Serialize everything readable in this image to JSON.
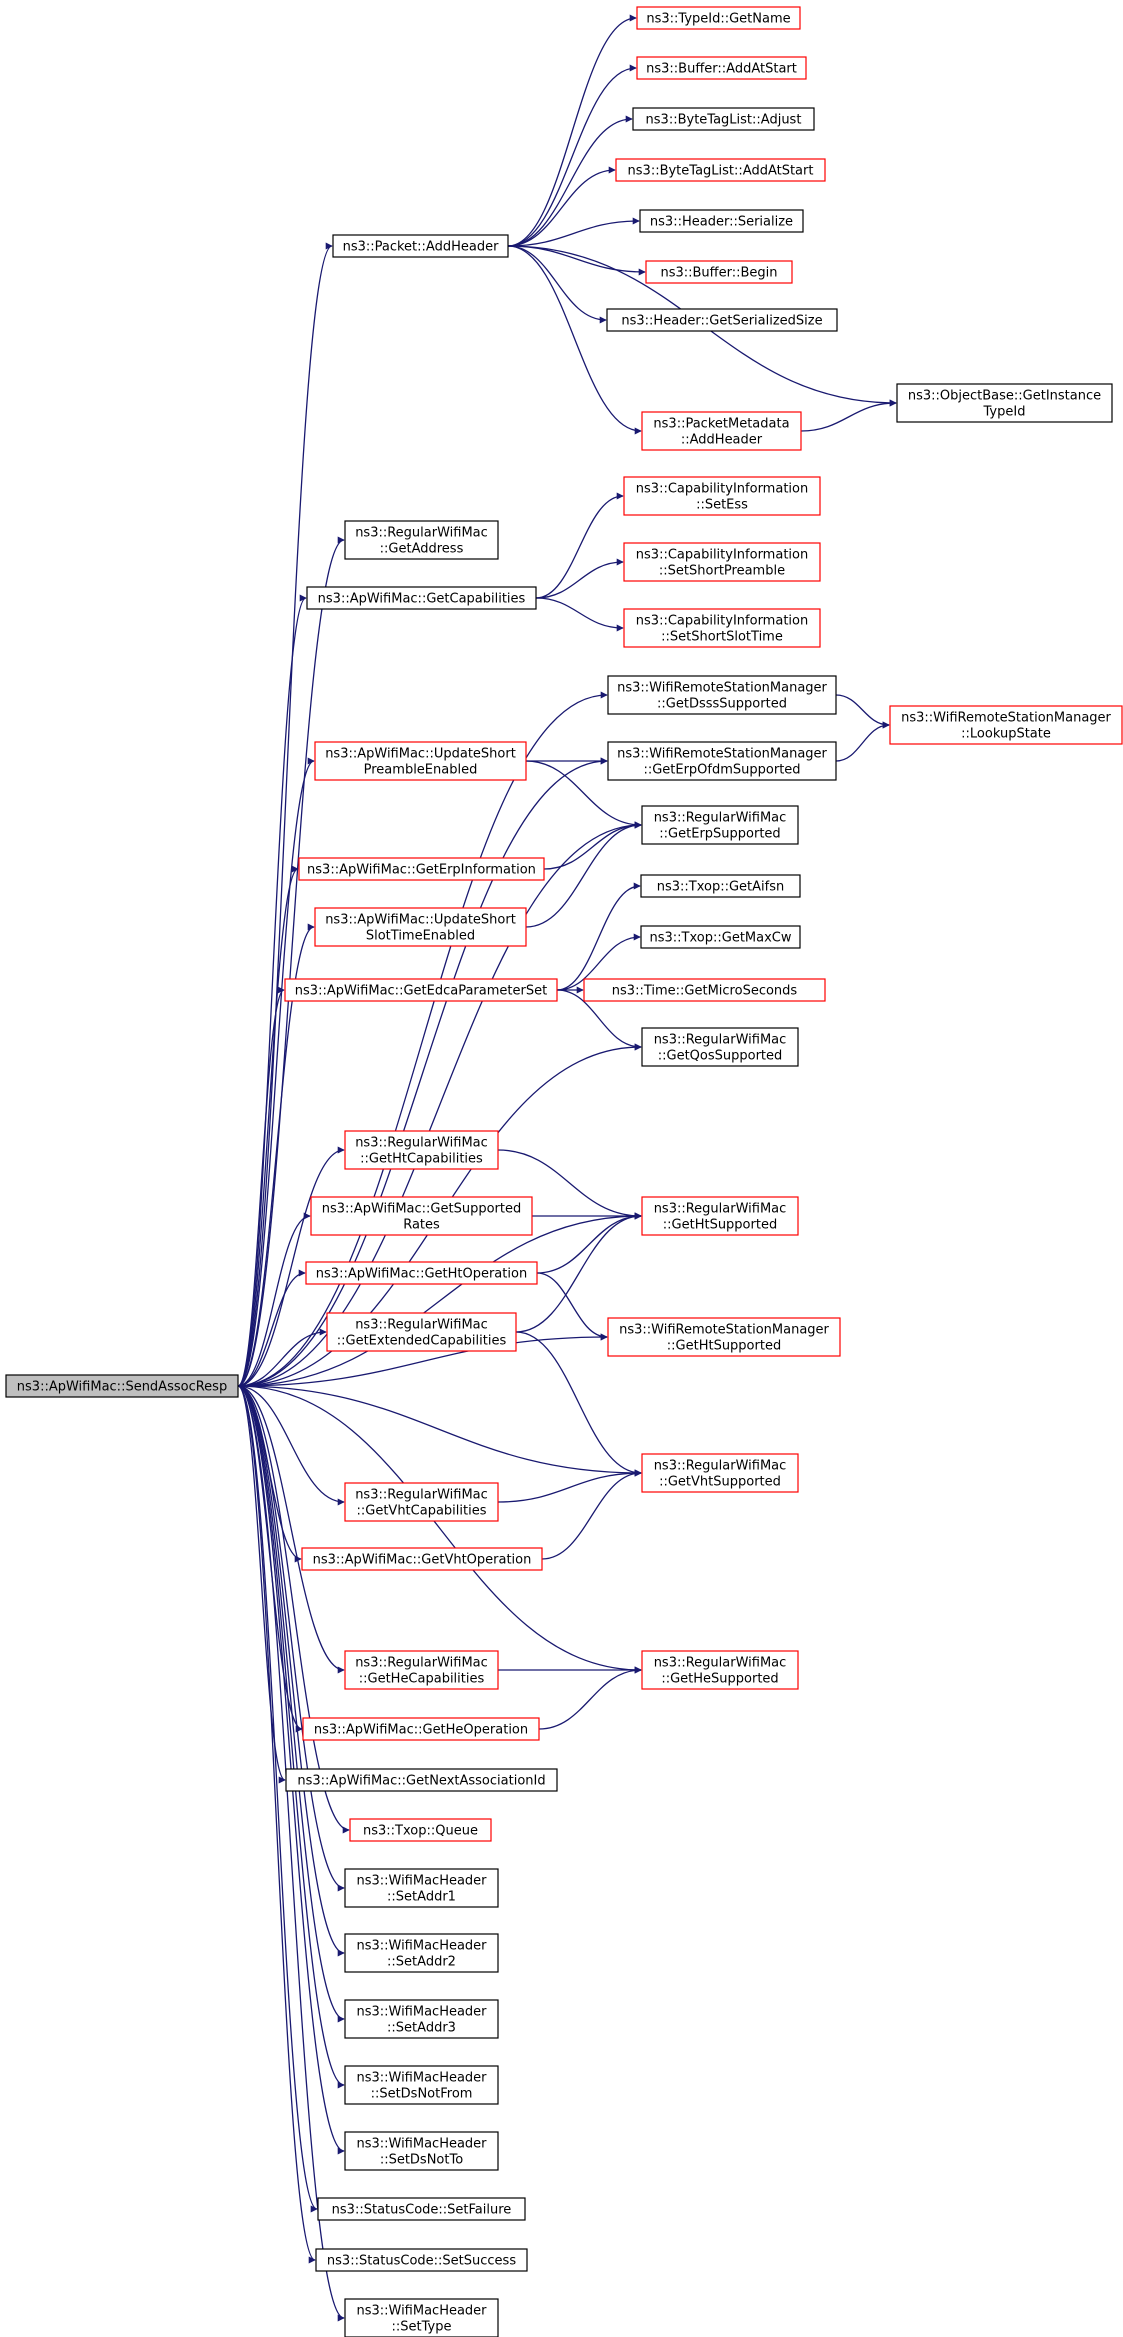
{
  "colors": {
    "edge": "#191970",
    "black_border": "#000000",
    "red_border": "#ff0000",
    "root_fill": "#bfbfbf",
    "node_fill": "#ffffff"
  },
  "nodes": [
    {
      "id": "root",
      "lines": [
        "ns3::ApWifiMac::SendAssocResp"
      ],
      "style": "root"
    },
    {
      "id": "addheader",
      "lines": [
        "ns3::Packet::AddHeader"
      ],
      "style": "black"
    },
    {
      "id": "getname",
      "lines": [
        "ns3::TypeId::GetName"
      ],
      "style": "red"
    },
    {
      "id": "bufaddatstart",
      "lines": [
        "ns3::Buffer::AddAtStart"
      ],
      "style": "red"
    },
    {
      "id": "btladjust",
      "lines": [
        "ns3::ByteTagList::Adjust"
      ],
      "style": "black"
    },
    {
      "id": "btladdatstart",
      "lines": [
        "ns3::ByteTagList::AddAtStart"
      ],
      "style": "red"
    },
    {
      "id": "hdrserialize",
      "lines": [
        "ns3::Header::Serialize"
      ],
      "style": "black"
    },
    {
      "id": "bufbegin",
      "lines": [
        "ns3::Buffer::Begin"
      ],
      "style": "red"
    },
    {
      "id": "hdrgetsize",
      "lines": [
        "ns3::Header::GetSerializedSize"
      ],
      "style": "black"
    },
    {
      "id": "getinstancetypeid",
      "lines": [
        "ns3::ObjectBase::GetInstance",
        "TypeId"
      ],
      "style": "black"
    },
    {
      "id": "pmaddheader",
      "lines": [
        "ns3::PacketMetadata",
        "::AddHeader"
      ],
      "style": "red"
    },
    {
      "id": "getaddress",
      "lines": [
        "ns3::RegularWifiMac",
        "::GetAddress"
      ],
      "style": "black"
    },
    {
      "id": "getcaps",
      "lines": [
        "ns3::ApWifiMac::GetCapabilities"
      ],
      "style": "black"
    },
    {
      "id": "setess",
      "lines": [
        "ns3::CapabilityInformation",
        "::SetEss"
      ],
      "style": "red"
    },
    {
      "id": "setshortpreamble",
      "lines": [
        "ns3::CapabilityInformation",
        "::SetShortPreamble"
      ],
      "style": "red"
    },
    {
      "id": "setshortslot",
      "lines": [
        "ns3::CapabilityInformation",
        "::SetShortSlotTime"
      ],
      "style": "red"
    },
    {
      "id": "getdsss",
      "lines": [
        "ns3::WifiRemoteStationManager",
        "::GetDsssSupported"
      ],
      "style": "black"
    },
    {
      "id": "lookupstate",
      "lines": [
        "ns3::WifiRemoteStationManager",
        "::LookupState"
      ],
      "style": "red"
    },
    {
      "id": "updpreamble",
      "lines": [
        "ns3::ApWifiMac::UpdateShort",
        "PreambleEnabled"
      ],
      "style": "red"
    },
    {
      "id": "geterpofdm",
      "lines": [
        "ns3::WifiRemoteStationManager",
        "::GetErpOfdmSupported"
      ],
      "style": "black"
    },
    {
      "id": "geterpsupported",
      "lines": [
        "ns3::RegularWifiMac",
        "::GetErpSupported"
      ],
      "style": "black"
    },
    {
      "id": "geterpinfo",
      "lines": [
        "ns3::ApWifiMac::GetErpInformation"
      ],
      "style": "red"
    },
    {
      "id": "updslot",
      "lines": [
        "ns3::ApWifiMac::UpdateShort",
        "SlotTimeEnabled"
      ],
      "style": "red"
    },
    {
      "id": "getaifsn",
      "lines": [
        "ns3::Txop::GetAifsn"
      ],
      "style": "black"
    },
    {
      "id": "getedca",
      "lines": [
        "ns3::ApWifiMac::GetEdcaParameterSet"
      ],
      "style": "red"
    },
    {
      "id": "getmaxcw",
      "lines": [
        "ns3::Txop::GetMaxCw"
      ],
      "style": "black"
    },
    {
      "id": "getmicro",
      "lines": [
        "ns3::Time::GetMicroSeconds"
      ],
      "style": "red"
    },
    {
      "id": "getqos",
      "lines": [
        "ns3::RegularWifiMac",
        "::GetQosSupported"
      ],
      "style": "black"
    },
    {
      "id": "gethtcaps",
      "lines": [
        "ns3::RegularWifiMac",
        "::GetHtCapabilities"
      ],
      "style": "red"
    },
    {
      "id": "gethtsupported",
      "lines": [
        "ns3::RegularWifiMac",
        "::GetHtSupported"
      ],
      "style": "red"
    },
    {
      "id": "getsuprates",
      "lines": [
        "ns3::ApWifiMac::GetSupported",
        "Rates"
      ],
      "style": "red"
    },
    {
      "id": "gethtop",
      "lines": [
        "ns3::ApWifiMac::GetHtOperation"
      ],
      "style": "red"
    },
    {
      "id": "getextcaps",
      "lines": [
        "ns3::RegularWifiMac",
        "::GetExtendedCapabilities"
      ],
      "style": "red"
    },
    {
      "id": "wrsmgetht",
      "lines": [
        "ns3::WifiRemoteStationManager",
        "::GetHtSupported"
      ],
      "style": "red"
    },
    {
      "id": "getvhtsupported",
      "lines": [
        "ns3::RegularWifiMac",
        "::GetVhtSupported"
      ],
      "style": "red"
    },
    {
      "id": "getvhtcaps",
      "lines": [
        "ns3::RegularWifiMac",
        "::GetVhtCapabilities"
      ],
      "style": "red"
    },
    {
      "id": "getvhtop",
      "lines": [
        "ns3::ApWifiMac::GetVhtOperation"
      ],
      "style": "red"
    },
    {
      "id": "gethecaps",
      "lines": [
        "ns3::RegularWifiMac",
        "::GetHeCapabilities"
      ],
      "style": "red"
    },
    {
      "id": "gethesupported",
      "lines": [
        "ns3::RegularWifiMac",
        "::GetHeSupported"
      ],
      "style": "red"
    },
    {
      "id": "getheop",
      "lines": [
        "ns3::ApWifiMac::GetHeOperation"
      ],
      "style": "red"
    },
    {
      "id": "getnextaid",
      "lines": [
        "ns3::ApWifiMac::GetNextAssociationId"
      ],
      "style": "black"
    },
    {
      "id": "txopqueue",
      "lines": [
        "ns3::Txop::Queue"
      ],
      "style": "red"
    },
    {
      "id": "setaddr1",
      "lines": [
        "ns3::WifiMacHeader",
        "::SetAddr1"
      ],
      "style": "black"
    },
    {
      "id": "setaddr2",
      "lines": [
        "ns3::WifiMacHeader",
        "::SetAddr2"
      ],
      "style": "black"
    },
    {
      "id": "setaddr3",
      "lines": [
        "ns3::WifiMacHeader",
        "::SetAddr3"
      ],
      "style": "black"
    },
    {
      "id": "setdsnotfrom",
      "lines": [
        "ns3::WifiMacHeader",
        "::SetDsNotFrom"
      ],
      "style": "black"
    },
    {
      "id": "setdsnotto",
      "lines": [
        "ns3::WifiMacHeader",
        "::SetDsNotTo"
      ],
      "style": "black"
    },
    {
      "id": "setfailure",
      "lines": [
        "ns3::StatusCode::SetFailure"
      ],
      "style": "black"
    },
    {
      "id": "setsuccess",
      "lines": [
        "ns3::StatusCode::SetSuccess"
      ],
      "style": "black"
    },
    {
      "id": "settype",
      "lines": [
        "ns3::WifiMacHeader",
        "::SetType"
      ],
      "style": "black"
    }
  ],
  "edges": [
    [
      "root",
      "addheader"
    ],
    [
      "addheader",
      "getname"
    ],
    [
      "addheader",
      "bufaddatstart"
    ],
    [
      "addheader",
      "btladjust"
    ],
    [
      "addheader",
      "btladdatstart"
    ],
    [
      "addheader",
      "hdrserialize"
    ],
    [
      "addheader",
      "bufbegin"
    ],
    [
      "addheader",
      "hdrgetsize"
    ],
    [
      "addheader",
      "getinstancetypeid"
    ],
    [
      "addheader",
      "pmaddheader"
    ],
    [
      "pmaddheader",
      "getinstancetypeid"
    ],
    [
      "root",
      "getaddress"
    ],
    [
      "root",
      "getcaps"
    ],
    [
      "getcaps",
      "setess"
    ],
    [
      "getcaps",
      "setshortpreamble"
    ],
    [
      "getcaps",
      "setshortslot"
    ],
    [
      "root",
      "getdsss"
    ],
    [
      "getdsss",
      "lookupstate"
    ],
    [
      "root",
      "geterpofdm"
    ],
    [
      "geterpofdm",
      "lookupstate"
    ],
    [
      "root",
      "updpreamble"
    ],
    [
      "updpreamble",
      "geterpofdm"
    ],
    [
      "updpreamble",
      "geterpsupported"
    ],
    [
      "root",
      "geterpsupported"
    ],
    [
      "root",
      "geterpinfo"
    ],
    [
      "geterpinfo",
      "geterpsupported"
    ],
    [
      "root",
      "updslot"
    ],
    [
      "updslot",
      "geterpsupported"
    ],
    [
      "root",
      "getedca"
    ],
    [
      "getedca",
      "getaifsn"
    ],
    [
      "getedca",
      "getmaxcw"
    ],
    [
      "getedca",
      "getmicro"
    ],
    [
      "getedca",
      "getqos"
    ],
    [
      "root",
      "getqos"
    ],
    [
      "root",
      "gethtsupported"
    ],
    [
      "root",
      "gethtcaps"
    ],
    [
      "gethtcaps",
      "gethtsupported"
    ],
    [
      "root",
      "getsuprates"
    ],
    [
      "getsuprates",
      "gethtsupported"
    ],
    [
      "root",
      "gethtop"
    ],
    [
      "gethtop",
      "gethtsupported"
    ],
    [
      "gethtop",
      "wrsmgetht"
    ],
    [
      "root",
      "getextcaps"
    ],
    [
      "getextcaps",
      "gethtsupported"
    ],
    [
      "getextcaps",
      "getvhtsupported"
    ],
    [
      "root",
      "wrsmgetht"
    ],
    [
      "root",
      "getvhtsupported"
    ],
    [
      "root",
      "getvhtcaps"
    ],
    [
      "getvhtcaps",
      "getvhtsupported"
    ],
    [
      "root",
      "getvhtop"
    ],
    [
      "getvhtop",
      "getvhtsupported"
    ],
    [
      "root",
      "gethesupported"
    ],
    [
      "root",
      "gethecaps"
    ],
    [
      "gethecaps",
      "gethesupported"
    ],
    [
      "root",
      "getheop"
    ],
    [
      "getheop",
      "gethesupported"
    ],
    [
      "root",
      "getnextaid"
    ],
    [
      "root",
      "txopqueue"
    ],
    [
      "root",
      "setaddr1"
    ],
    [
      "root",
      "setaddr2"
    ],
    [
      "root",
      "setaddr3"
    ],
    [
      "root",
      "setdsnotfrom"
    ],
    [
      "root",
      "setdsnotto"
    ],
    [
      "root",
      "setfailure"
    ],
    [
      "root",
      "setsuccess"
    ],
    [
      "root",
      "settype"
    ]
  ]
}
